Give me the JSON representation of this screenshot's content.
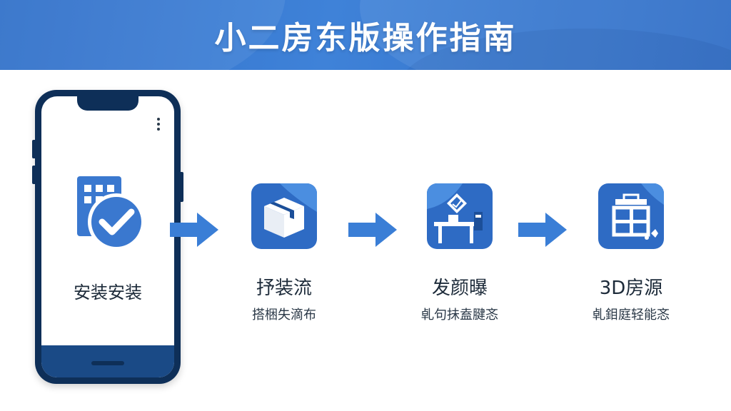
{
  "header": {
    "title": "小二房东版操作指南"
  },
  "colors": {
    "primary_blue": "#2f6fc9",
    "dark_navy": "#0e2f58",
    "icon_blue": "#3a78cf"
  },
  "phone": {
    "label": "安装安装",
    "icon": "app-check-icon"
  },
  "steps": [
    {
      "title": "抒装流",
      "desc": "搭梱失滴布",
      "icon": "box-icon"
    },
    {
      "title": "发颜曝",
      "desc": "𠃵句抺盍腱忞",
      "icon": "desk-diamond-icon"
    },
    {
      "title": "3D房源",
      "desc": "𠃵鉬庭轻能忞",
      "icon": "window-frame-icon"
    }
  ]
}
